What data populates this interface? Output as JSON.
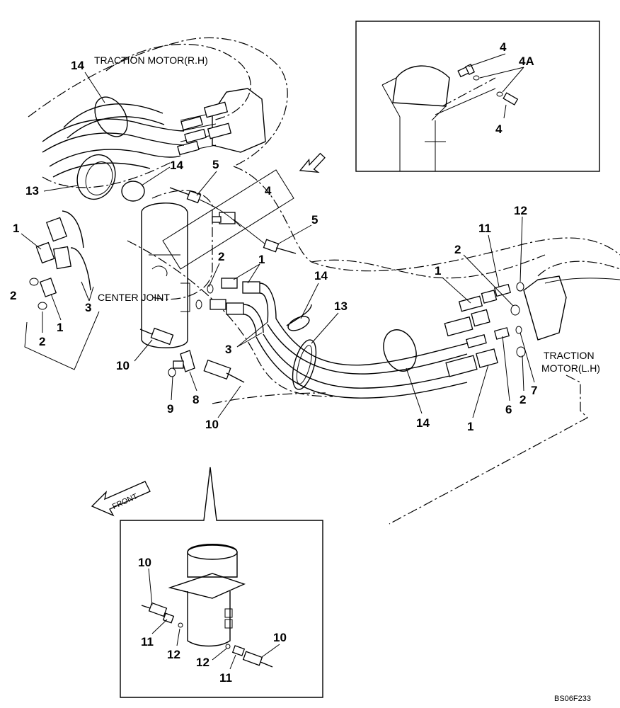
{
  "labels": {
    "traction_motor_rh": "TRACTION MOTOR(R.H)",
    "center_joint": "CENTER JOINT",
    "traction_motor_lh_line1": "TRACTION",
    "traction_motor_lh_line2": "MOTOR(L.H)",
    "front": "FRONT",
    "drawing_code": "BS06F233"
  },
  "callouts": {
    "c14_top": "14",
    "c14_mid": "14",
    "c14_right": "14",
    "c14_bottom": "14",
    "c13_left": "13",
    "c13_mid": "13",
    "c5_top": "5",
    "c5_mid": "5",
    "c4_main": "4",
    "c1_a": "1",
    "c1_b": "1",
    "c1_c": "1",
    "c1_d": "1",
    "c1_e": "1",
    "c2_a": "2",
    "c2_b": "2",
    "c2_c": "2",
    "c2_d": "2",
    "c2_e": "2",
    "c3_a": "3",
    "c3_b": "3",
    "c10_a": "10",
    "c10_b": "10",
    "c9": "9",
    "c8": "8",
    "c6": "6",
    "c7": "7",
    "c11_right": "11",
    "c12_right": "12",
    "inset_top_4a": "4",
    "inset_top_4b": "4",
    "inset_top_4A": "4A",
    "inset_bot_10a": "10",
    "inset_bot_10b": "10",
    "inset_bot_11a": "11",
    "inset_bot_11b": "11",
    "inset_bot_12a": "12",
    "inset_bot_12b": "12"
  }
}
